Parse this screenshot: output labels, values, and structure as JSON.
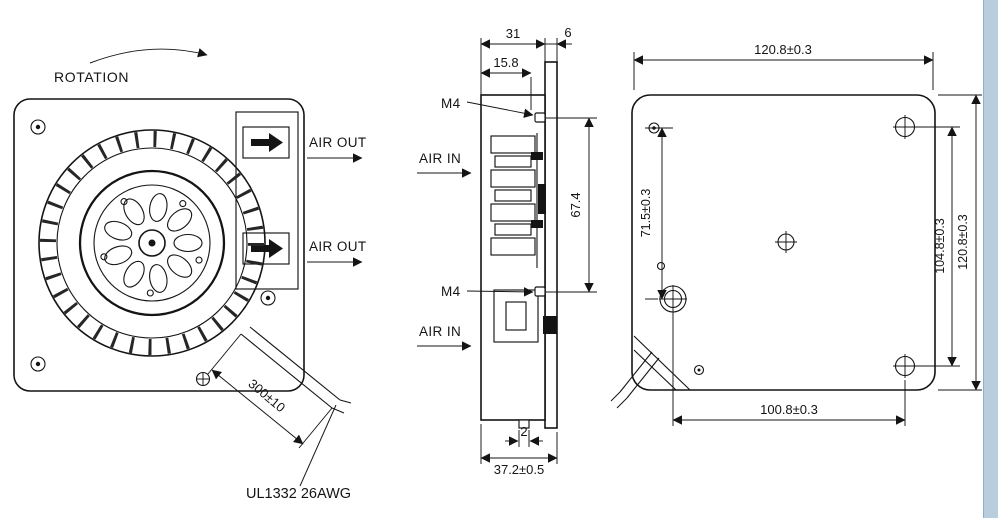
{
  "colors": {
    "line": "#141414",
    "edge_strip": "#b9cedd"
  },
  "front_view": {
    "rotation_label": "ROTATION",
    "air_out_top_label": "AIR OUT",
    "air_out_bottom_label": "AIR OUT",
    "wire_length_dimension": "300±10",
    "wire_spec_label": "UL1332 26AWG"
  },
  "side_view": {
    "depth_scroll_dimension": "31",
    "motor_offset_dimension": "15.8",
    "flange_thickness_dimension": "6",
    "screw_top_label": "M4",
    "screw_bottom_label": "M4",
    "screw_span_dimension": "67.4",
    "air_in_top_label": "AIR IN",
    "air_in_bottom_label": "AIR IN",
    "base_thickness_dimension": "2",
    "overall_depth_dimension": "37.2±0.5"
  },
  "back_view": {
    "overall_width_dimension": "120.8±0.3",
    "left_hole_span_dimension": "71.5±0.3",
    "right_hole_span_dimension": "104.8±0.3",
    "overall_height_dimension": "120.8±0.3",
    "bottom_hole_span_dimension": "100.8±0.3"
  }
}
